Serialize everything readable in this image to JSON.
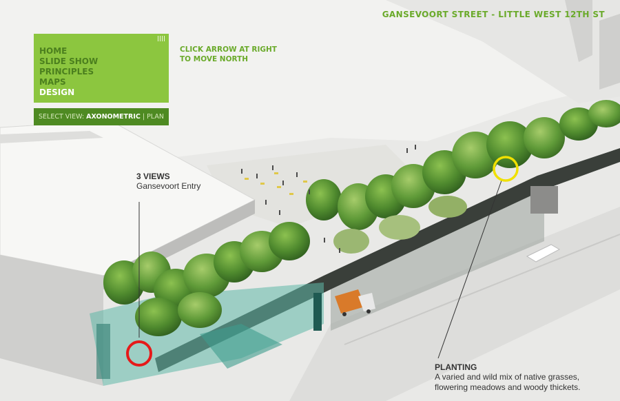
{
  "header": {
    "location_title": "GANSEVOORT STREET - LITTLE WEST 12TH ST"
  },
  "nav": {
    "items": [
      {
        "label": "HOME",
        "active": false
      },
      {
        "label": "SLIDE SHOW",
        "active": false
      },
      {
        "label": "PRINCIPLES",
        "active": false
      },
      {
        "label": "MAPS",
        "active": false
      },
      {
        "label": "DESIGN",
        "active": true
      }
    ]
  },
  "view_selector": {
    "prefix": "SELECT VIEW:",
    "selected": "AXONOMETRIC",
    "separator": "|",
    "other": "PLAN"
  },
  "instruction": {
    "line1": "CLICK ARROW AT RIGHT",
    "line2": "TO MOVE NORTH"
  },
  "callouts": {
    "views": {
      "title": "3 VIEWS",
      "subtitle": "Gansevoort Entry"
    },
    "planting": {
      "title": "PLANTING",
      "line1": "A varied and wild mix of native grasses,",
      "line2": "flowering meadows and woody thickets."
    }
  },
  "colors": {
    "accent": "#8cc63f",
    "nav_text": "#4b7f1e",
    "dark_green": "#4e8a22",
    "hotspot_red": "#e61919",
    "hotspot_yellow": "#f0e000"
  }
}
